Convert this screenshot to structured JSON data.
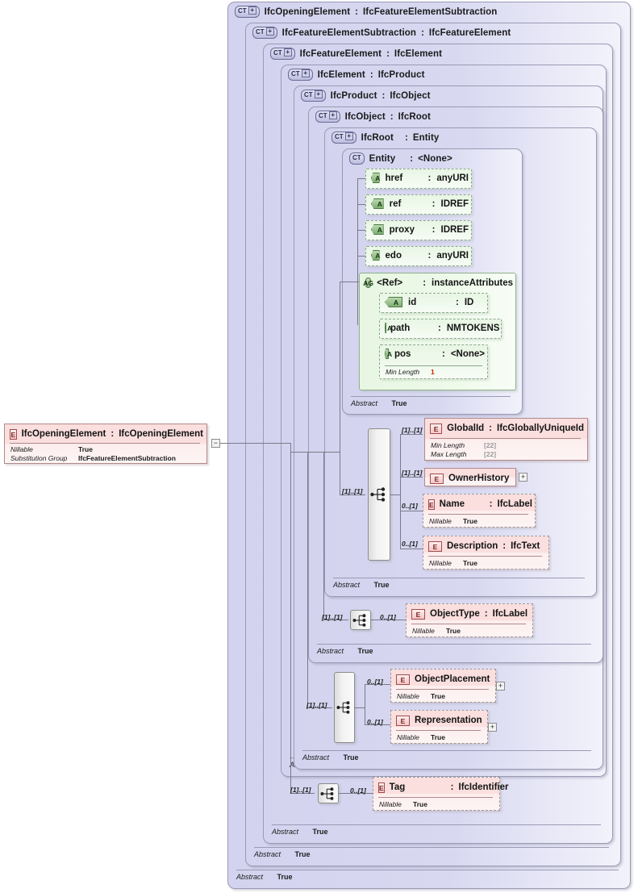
{
  "diagram": {
    "title": "IfcOpeningElement XSD structure",
    "root_element": {
      "icon": "element-icon",
      "name": "IfcOpeningElement",
      "type": "IfcOpeningElement",
      "separator": ":",
      "facets": [
        {
          "key": "Nillable",
          "value": "True"
        },
        {
          "key": "Substitution Group",
          "value": "IfcFeatureElementSubtraction"
        }
      ],
      "toggle": "−"
    },
    "complex_types": [
      {
        "icon": "complextype-expand-icon",
        "icon_label": "CT",
        "has_plus": true,
        "name": "IfcOpeningElement",
        "separator": ":",
        "base": "IfcFeatureElementSubtraction",
        "footer": {
          "key": "Abstract",
          "value": "True"
        }
      },
      {
        "icon": "complextype-expand-icon",
        "icon_label": "CT",
        "has_plus": true,
        "name": "IfcFeatureElementSubtraction",
        "separator": ":",
        "base": "IfcFeatureElement",
        "footer": {
          "key": "Abstract",
          "value": "True"
        }
      },
      {
        "icon": "complextype-expand-icon",
        "icon_label": "CT",
        "has_plus": true,
        "name": "IfcFeatureElement",
        "separator": ":",
        "base": "IfcElement",
        "footer": {
          "key": "Abstract",
          "value": "True"
        }
      },
      {
        "icon": "complextype-expand-icon",
        "icon_label": "CT",
        "has_plus": true,
        "name": "IfcElement",
        "separator": ":",
        "base": "IfcProduct",
        "footer": {
          "key": "Abstract",
          "value": "True"
        }
      },
      {
        "icon": "complextype-expand-icon",
        "icon_label": "CT",
        "has_plus": true,
        "name": "IfcProduct",
        "separator": ":",
        "base": "IfcObject",
        "footer": {
          "key": "Abstract",
          "value": "True"
        }
      },
      {
        "icon": "complextype-expand-icon",
        "icon_label": "CT",
        "has_plus": true,
        "name": "IfcObject",
        "separator": ":",
        "base": "IfcRoot",
        "footer": {
          "key": "Abstract",
          "value": "True"
        }
      },
      {
        "icon": "complextype-expand-icon",
        "icon_label": "CT",
        "has_plus": true,
        "name": "IfcRoot",
        "separator": ":",
        "base": "Entity",
        "footer": {
          "key": "Abstract",
          "value": "True"
        }
      },
      {
        "icon": "complextype-icon",
        "icon_label": "CT",
        "has_plus": false,
        "name": "Entity",
        "separator": ":",
        "base": "<None>",
        "footer": {
          "key": "Abstract",
          "value": "True"
        }
      }
    ],
    "attributes": [
      {
        "icon": "attribute-icon",
        "icon_label": "A",
        "name": "href",
        "separator": ":",
        "type": "anyURI"
      },
      {
        "icon": "attribute-icon",
        "icon_label": "A",
        "name": "ref",
        "separator": ":",
        "type": "IDREF"
      },
      {
        "icon": "attribute-icon",
        "icon_label": "A",
        "name": "proxy",
        "separator": ":",
        "type": "IDREF"
      },
      {
        "icon": "attribute-icon",
        "icon_label": "A",
        "name": "edo",
        "separator": ":",
        "type": "anyURI"
      }
    ],
    "attribute_group": {
      "icon": "attributegroup-icon",
      "icon_label": "AG",
      "name": "<Ref>",
      "separator": ":",
      "type": "instanceAttributes",
      "attributes": [
        {
          "icon": "attribute-icon",
          "icon_label": "A",
          "name": "id",
          "separator": ":",
          "type": "ID",
          "facets": []
        },
        {
          "icon": "attribute-icon",
          "icon_label": "A",
          "name": "path",
          "separator": ":",
          "type": "NMTOKENS",
          "facets": []
        },
        {
          "icon": "attribute-icon",
          "icon_label": "A",
          "name": "pos",
          "separator": ":",
          "type": "<None>",
          "facets": [
            {
              "key": "Min Length",
              "value": "1"
            }
          ]
        }
      ]
    },
    "sequences": [
      {
        "name": "ifcroot-sequence",
        "cardinality": "[1]..[1]"
      },
      {
        "name": "ifcobject-sequence",
        "cardinality": "[1]..[1]"
      },
      {
        "name": "ifcproduct-sequence",
        "cardinality": "[1]..[1]"
      },
      {
        "name": "ifcelement-sequence",
        "cardinality": "[1]..[1]"
      }
    ],
    "elements": [
      {
        "name": "GlobalId",
        "separator": ":",
        "type": "IfcGloballyUniqueId",
        "cardinality": "[1]..[1]",
        "optional": false,
        "expandable": false,
        "facets": [
          {
            "key": "Min Length",
            "value": "[22]",
            "gray": true
          },
          {
            "key": "Max Length",
            "value": "[22]",
            "gray": true
          }
        ]
      },
      {
        "name": "OwnerHistory",
        "separator": "",
        "type": "",
        "cardinality": "[1]..[1]",
        "optional": false,
        "expandable": true,
        "facets": []
      },
      {
        "name": "Name",
        "separator": ":",
        "type": "IfcLabel",
        "cardinality": "0..[1]",
        "optional": true,
        "expandable": false,
        "facets": [
          {
            "key": "Nillable",
            "value": "True",
            "gray": false
          }
        ]
      },
      {
        "name": "Description",
        "separator": ":",
        "type": "IfcText",
        "cardinality": "0..[1]",
        "optional": true,
        "expandable": false,
        "facets": [
          {
            "key": "Nillable",
            "value": "True",
            "gray": false
          }
        ]
      },
      {
        "name": "ObjectType",
        "separator": ":",
        "type": "IfcLabel",
        "cardinality": "0..[1]",
        "optional": true,
        "expandable": false,
        "facets": [
          {
            "key": "Nillable",
            "value": "True",
            "gray": false
          }
        ]
      },
      {
        "name": "ObjectPlacement",
        "separator": "",
        "type": "",
        "cardinality": "0..[1]",
        "optional": true,
        "expandable": true,
        "facets": [
          {
            "key": "Nillable",
            "value": "True",
            "gray": false
          }
        ]
      },
      {
        "name": "Representation",
        "separator": "",
        "type": "",
        "cardinality": "0..[1]",
        "optional": true,
        "expandable": true,
        "facets": [
          {
            "key": "Nillable",
            "value": "True",
            "gray": false
          }
        ]
      },
      {
        "name": "Tag",
        "separator": ":",
        "type": "IfcIdentifier",
        "cardinality": "0..[1]",
        "optional": true,
        "expandable": false,
        "facets": [
          {
            "key": "Nillable",
            "value": "True",
            "gray": false
          }
        ]
      }
    ],
    "expand_symbol": "+",
    "collapse_symbol": "−",
    "colors": {
      "complextype_fill": "#d5d5f0",
      "complextype_border": "#9a9ab4",
      "element_fill": "#fbdede",
      "element_border": "#b08a8a",
      "attribute_fill": "#e8f6e4",
      "attribute_border": "#8aa88a",
      "sequence_fill": "#ededed",
      "line": "#7a7a8c",
      "facet_value_red": "#cc2200",
      "facet_value_gray": "#9a9a9a"
    }
  }
}
